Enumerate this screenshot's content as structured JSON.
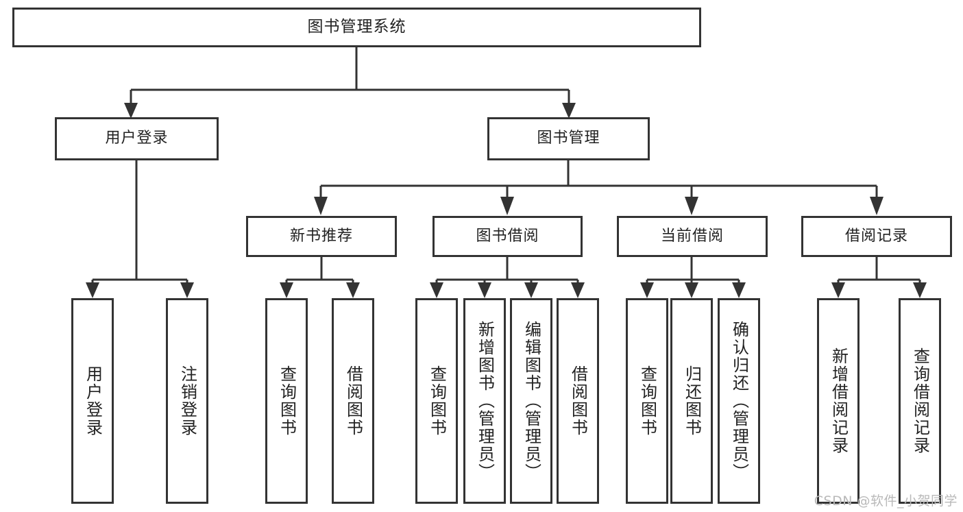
{
  "diagram": {
    "type": "tree",
    "title": "图书管理系统",
    "orientation": "top-down",
    "colors": {
      "box_fill": "#ffffff",
      "box_stroke": "#333333",
      "connector": "#333333",
      "text": "#222222",
      "watermark": "#b9b9b9",
      "background": "#ffffff"
    },
    "root": {
      "label": "图书管理系统",
      "text_direction": "horizontal"
    },
    "level2": [
      {
        "label": "用户登录",
        "text_direction": "horizontal"
      },
      {
        "label": "图书管理",
        "text_direction": "horizontal"
      }
    ],
    "level3": [
      {
        "label": "新书推荐",
        "text_direction": "horizontal"
      },
      {
        "label": "图书借阅",
        "text_direction": "horizontal"
      },
      {
        "label": "当前借阅",
        "text_direction": "horizontal"
      },
      {
        "label": "借阅记录",
        "text_direction": "horizontal"
      }
    ],
    "leaves": {
      "user_login": [
        {
          "label": "用户登录",
          "text_direction": "vertical"
        },
        {
          "label": "注销登录",
          "text_direction": "vertical"
        }
      ],
      "new_book_recommend": [
        {
          "label": "查询图书",
          "text_direction": "vertical"
        },
        {
          "label": "借阅图书",
          "text_direction": "vertical"
        }
      ],
      "book_borrow": [
        {
          "label": "查询图书",
          "text_direction": "vertical"
        },
        {
          "label": "新增图书（管理员）",
          "text_direction": "vertical"
        },
        {
          "label": "编辑图书（管理员）",
          "text_direction": "vertical"
        },
        {
          "label": "借阅图书",
          "text_direction": "vertical"
        }
      ],
      "current_borrow": [
        {
          "label": "查询图书",
          "text_direction": "vertical"
        },
        {
          "label": "归还图书",
          "text_direction": "vertical"
        },
        {
          "label": "确认归还（管理员）",
          "text_direction": "vertical"
        }
      ],
      "borrow_record": [
        {
          "label": "新增借阅记录",
          "text_direction": "vertical"
        },
        {
          "label": "查询借阅记录",
          "text_direction": "vertical"
        }
      ]
    },
    "watermark": "CSDN @软件_小贺同学"
  }
}
